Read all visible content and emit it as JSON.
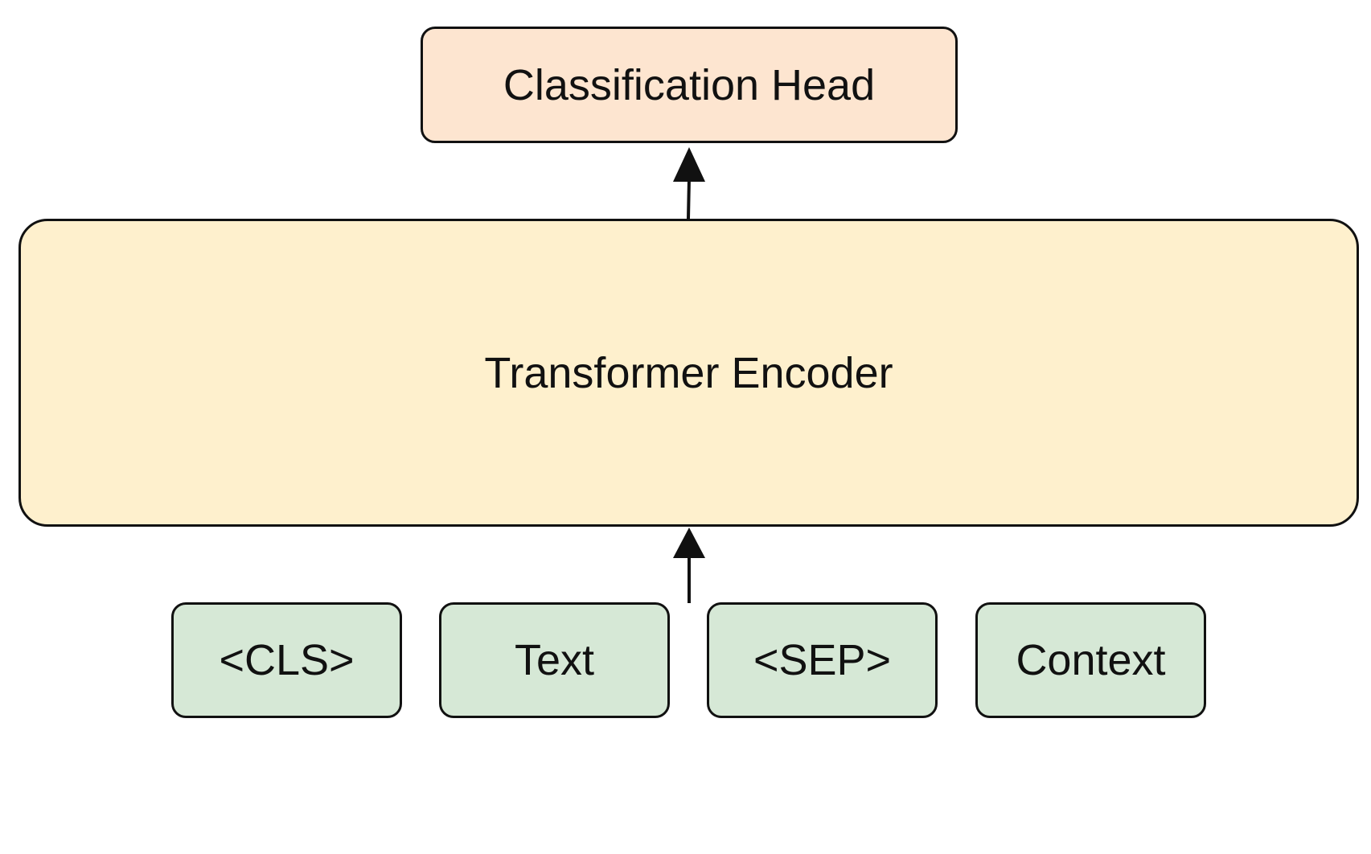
{
  "diagram": {
    "classification_head": {
      "label": "Classification Head",
      "fill": "#fde5d0"
    },
    "transformer_encoder": {
      "label": "Transformer Encoder",
      "fill": "#fef0cd"
    },
    "tokens": [
      {
        "label": "<CLS>"
      },
      {
        "label": "Text"
      },
      {
        "label": "<SEP>"
      },
      {
        "label": "Context"
      }
    ],
    "token_fill": "#d6e8d6",
    "stroke": "#111111",
    "edges": [
      {
        "from": "tokens",
        "to": "transformer_encoder"
      },
      {
        "from": "transformer_encoder",
        "to": "classification_head"
      }
    ]
  }
}
